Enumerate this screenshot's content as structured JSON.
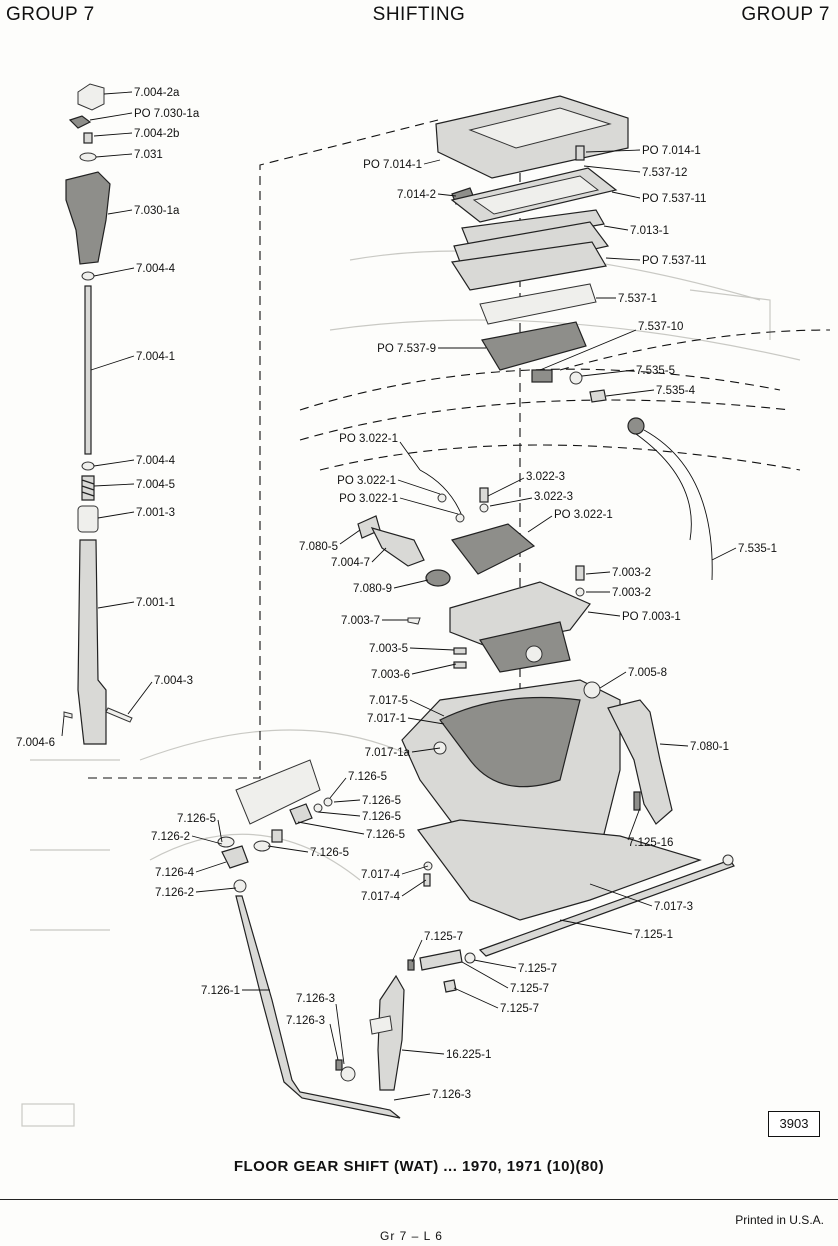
{
  "header": {
    "left": "GROUP 7",
    "center": "SHIFTING",
    "right": "GROUP 7"
  },
  "labels": [
    {
      "id": "l01",
      "text": "7.004-2a"
    },
    {
      "id": "l02",
      "text": "PO 7.030-1a"
    },
    {
      "id": "l03",
      "text": "7.004-2b"
    },
    {
      "id": "l04",
      "text": "7.031"
    },
    {
      "id": "l05",
      "text": "7.030-1a"
    },
    {
      "id": "l06",
      "text": "7.004-4"
    },
    {
      "id": "l07",
      "text": "7.004-1"
    },
    {
      "id": "l08",
      "text": "7.004-4"
    },
    {
      "id": "l09",
      "text": "7.004-5"
    },
    {
      "id": "l10",
      "text": "7.001-3"
    },
    {
      "id": "l11",
      "text": "7.001-1"
    },
    {
      "id": "l12",
      "text": "7.004-3"
    },
    {
      "id": "l13",
      "text": "7.004-6"
    },
    {
      "id": "l14",
      "text": "PO 7.014-1"
    },
    {
      "id": "l15",
      "text": "7.014-2"
    },
    {
      "id": "l16",
      "text": "PO 7.014-1"
    },
    {
      "id": "l17",
      "text": "7.537-12"
    },
    {
      "id": "l18",
      "text": "PO 7.537-11"
    },
    {
      "id": "l19",
      "text": "7.013-1"
    },
    {
      "id": "l20",
      "text": "PO 7.537-11"
    },
    {
      "id": "l21",
      "text": "7.537-1"
    },
    {
      "id": "l22",
      "text": "7.537-10"
    },
    {
      "id": "l23",
      "text": "PO 7.537-9"
    },
    {
      "id": "l24",
      "text": "7.535-5"
    },
    {
      "id": "l25",
      "text": "7.535-4"
    },
    {
      "id": "l26",
      "text": "PO 3.022-1"
    },
    {
      "id": "l27",
      "text": "PO 3.022-1"
    },
    {
      "id": "l28",
      "text": "3.022-3"
    },
    {
      "id": "l29",
      "text": "PO 3.022-1"
    },
    {
      "id": "l30",
      "text": "3.022-3"
    },
    {
      "id": "l31",
      "text": "PO 3.022-1"
    },
    {
      "id": "l32",
      "text": "7.080-5"
    },
    {
      "id": "l33",
      "text": "7.004-7"
    },
    {
      "id": "l34",
      "text": "7.535-1"
    },
    {
      "id": "l35",
      "text": "7.003-2"
    },
    {
      "id": "l36",
      "text": "7.080-9"
    },
    {
      "id": "l37",
      "text": "7.003-2"
    },
    {
      "id": "l38",
      "text": "7.003-7"
    },
    {
      "id": "l39",
      "text": "PO 7.003-1"
    },
    {
      "id": "l40",
      "text": "7.003-5"
    },
    {
      "id": "l41",
      "text": "7.003-6"
    },
    {
      "id": "l42",
      "text": "7.005-8"
    },
    {
      "id": "l43",
      "text": "7.017-5"
    },
    {
      "id": "l44",
      "text": "7.017-1"
    },
    {
      "id": "l45",
      "text": "7.080-1"
    },
    {
      "id": "l46",
      "text": "7.017-1a"
    },
    {
      "id": "l47",
      "text": "7.126-5"
    },
    {
      "id": "l48",
      "text": "7.126-5"
    },
    {
      "id": "l49",
      "text": "7.126-5"
    },
    {
      "id": "l50",
      "text": "7.126-5"
    },
    {
      "id": "l51",
      "text": "7.126-2"
    },
    {
      "id": "l52",
      "text": "7.126-5"
    },
    {
      "id": "l53",
      "text": "7.126-5"
    },
    {
      "id": "l54",
      "text": "7.125-16"
    },
    {
      "id": "l55",
      "text": "7.126-4"
    },
    {
      "id": "l56",
      "text": "7.017-4"
    },
    {
      "id": "l57",
      "text": "7.126-2"
    },
    {
      "id": "l58",
      "text": "7.017-4"
    },
    {
      "id": "l59",
      "text": "7.017-3"
    },
    {
      "id": "l60",
      "text": "7.125-7"
    },
    {
      "id": "l61",
      "text": "7.125-1"
    },
    {
      "id": "l62",
      "text": "7.125-7"
    },
    {
      "id": "l63",
      "text": "7.126-1"
    },
    {
      "id": "l64",
      "text": "7.125-7"
    },
    {
      "id": "l65",
      "text": "7.126-3"
    },
    {
      "id": "l66",
      "text": "7.125-7"
    },
    {
      "id": "l67",
      "text": "7.126-3"
    },
    {
      "id": "l68",
      "text": "16.225-1"
    },
    {
      "id": "l69",
      "text": "7.126-3"
    }
  ],
  "plate_number": "3903",
  "caption": "FLOOR GEAR SHIFT (WAT) ... 1970, 1971 (10)(80)",
  "footer": {
    "printed": "Printed in U.S.A.",
    "page_ref": "Gr 7 – L 6"
  }
}
